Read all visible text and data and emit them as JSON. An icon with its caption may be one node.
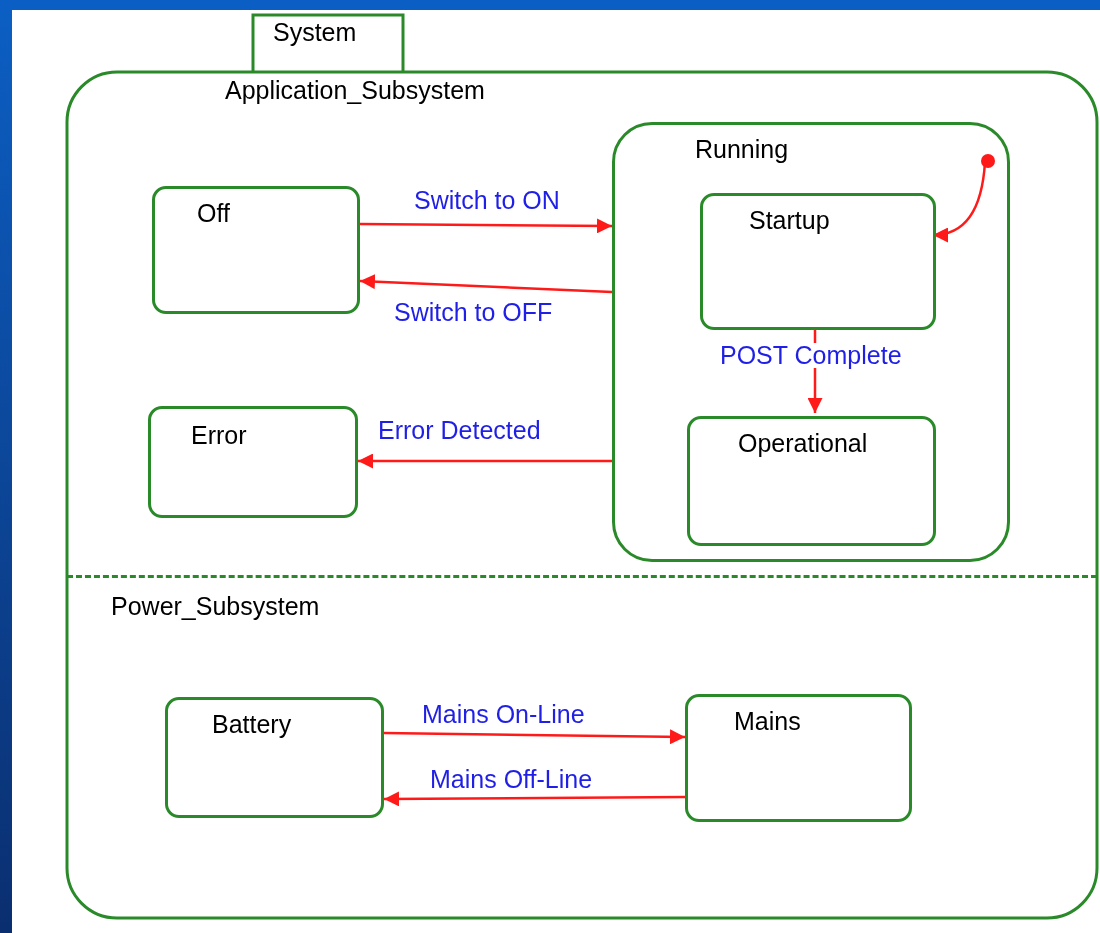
{
  "diagram": {
    "nodes": [
      {
        "text": [
          "System"
        ]
      },
      {
        "text": [
          "Application_Subsystem"
        ],
        "in": 0
      },
      {
        "text": [
          "Off"
        ],
        "in": 1
      },
      {
        "text": [
          "Error"
        ],
        "in": 1
      },
      {
        "text": [
          "Running"
        ],
        "in": 1
      },
      {
        "text": [
          "Startup"
        ],
        "in": 4
      },
      {
        "text": [
          "Operational"
        ],
        "in": 4
      },
      {
        "text": [],
        "shape": "circle",
        "in": 4
      },
      {
        "text": [
          "Power_Subsystem"
        ],
        "in": 0
      },
      {
        "text": [
          "Battery"
        ],
        "in": 8
      },
      {
        "text": [
          "Mains"
        ],
        "in": 8
      }
    ],
    "edges": [
      {
        "from": 2,
        "to": 4,
        "arrow": "to",
        "label": "Switch to ON"
      },
      {
        "from": 4,
        "to": 2,
        "arrow": "to",
        "label": "Switch to OFF"
      },
      {
        "from": 4,
        "to": 3,
        "arrow": "to",
        "label": "Error Detected"
      },
      {
        "from": 7,
        "to": 5,
        "arrow": "to"
      },
      {
        "from": 5,
        "to": 6,
        "arrow": "to",
        "label": "POST Complete"
      },
      {
        "from": 9,
        "to": 10,
        "arrow": "to",
        "label": "Mains On-Line"
      },
      {
        "from": 10,
        "to": 9,
        "arrow": "to",
        "label": "Mains Off-Line"
      }
    ]
  }
}
